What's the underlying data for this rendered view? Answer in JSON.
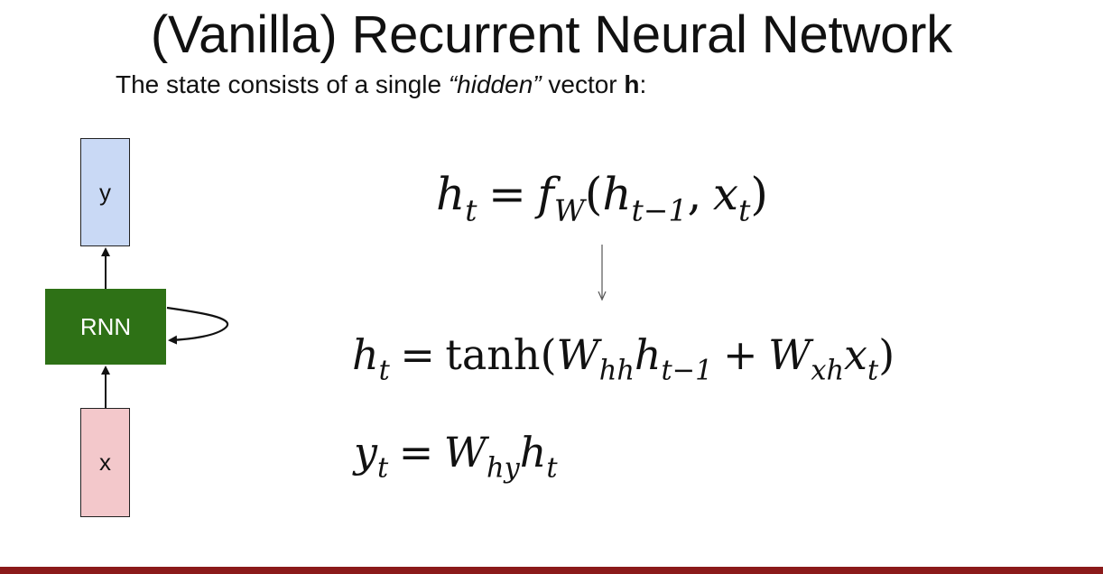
{
  "slide": {
    "title": "(Vanilla) Recurrent Neural Network",
    "subtitle": {
      "prefix": "The state consists of a single ",
      "emphasis": "“hidden”",
      "middle": " vector ",
      "bold": "h",
      "suffix": ":"
    }
  },
  "diagram": {
    "output_label": "y",
    "cell_label": "RNN",
    "input_label": "x"
  },
  "equations": {
    "eq1": {
      "h": "h",
      "t": "t",
      "eq": "=",
      "f": "f",
      "W": "W",
      "open": "(",
      "tminus1": "t−1",
      "comma": ",",
      "x": "x",
      "close": ")"
    },
    "eq2": {
      "h": "h",
      "t": "t",
      "eq": "=",
      "tanh": "tanh",
      "open": "(",
      "W": "W",
      "hh": "hh",
      "tminus1": "t−1",
      "plus": "+",
      "xh": "xh",
      "x": "x",
      "close": ")"
    },
    "eq3": {
      "y": "y",
      "t": "t",
      "eq": "=",
      "W": "W",
      "hy": "hy",
      "h": "h"
    }
  },
  "colors": {
    "output_box": "#c9d9f5",
    "rnn_box": "#2e7116",
    "input_box": "#f3c8cb",
    "footer_bar": "#8b1a1a"
  }
}
